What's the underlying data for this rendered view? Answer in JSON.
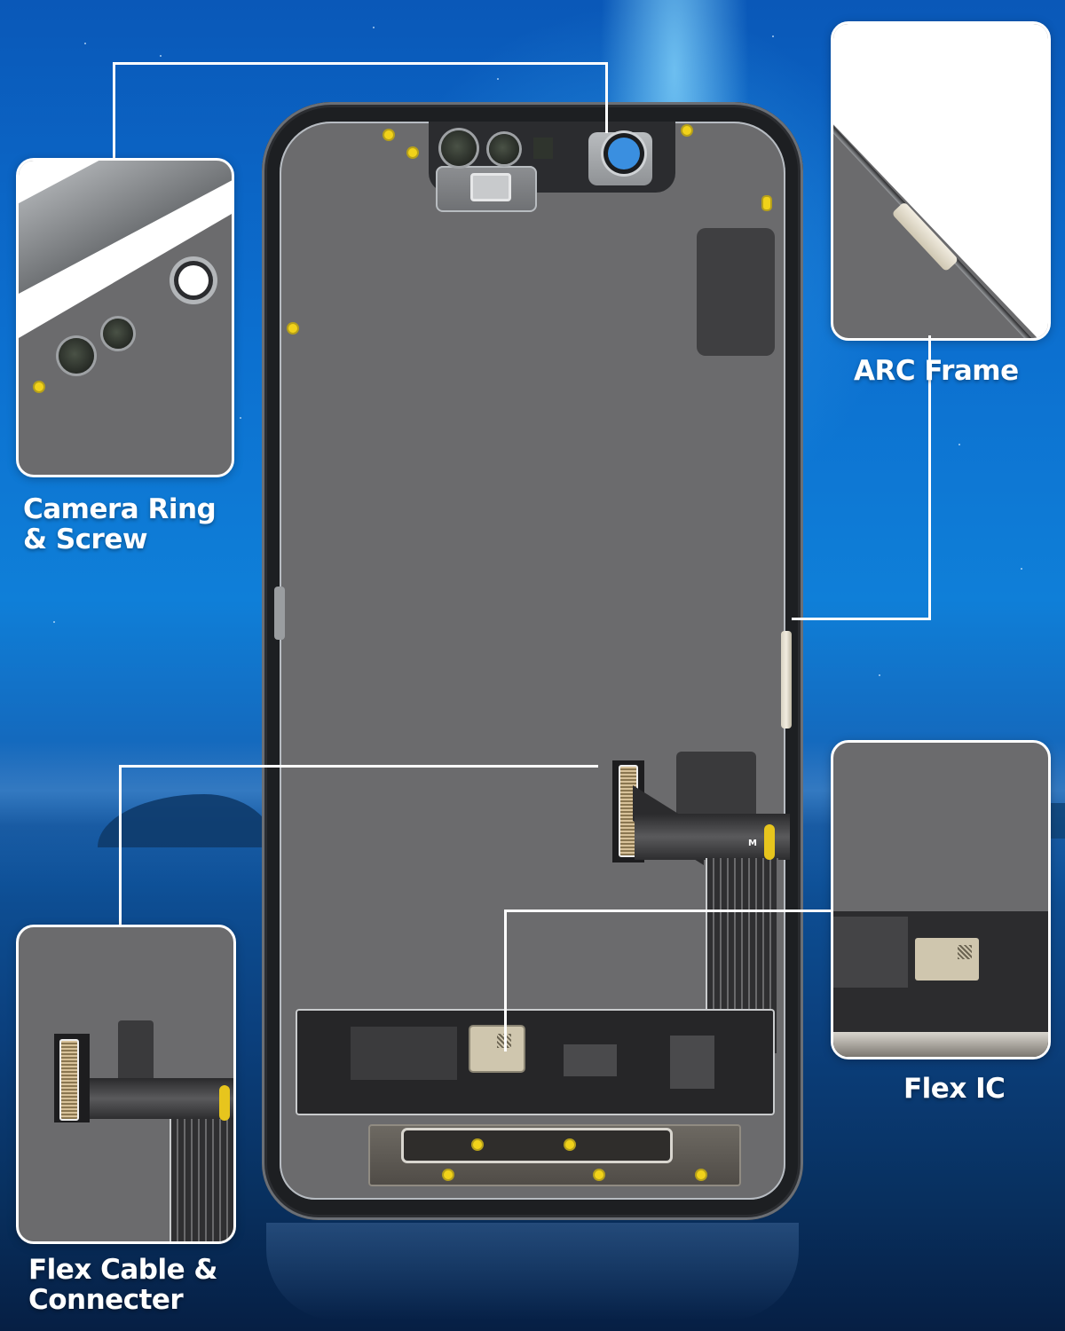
{
  "callouts": {
    "camera_ring": {
      "line1": "Camera Ring",
      "line2": "& Screw"
    },
    "arc_frame": {
      "label": "ARC Frame"
    },
    "flex_ic": {
      "label": "Flex IC"
    },
    "flex_cable": {
      "line1": "Flex Cable &",
      "line2": "Connecter"
    }
  },
  "colors": {
    "background_top": "#0a58b8",
    "background_bottom": "#061f44",
    "screen_gray": "#6b6b6d",
    "callout_border": "#ffffff",
    "contact_yellow": "#f1d21a",
    "camera_lens": "#3a8fe0"
  },
  "phone": {
    "icons": [
      "camera-lens-icon",
      "speaker-grill-icon",
      "flex-connector-icon",
      "flex-ic-chip-icon"
    ]
  }
}
